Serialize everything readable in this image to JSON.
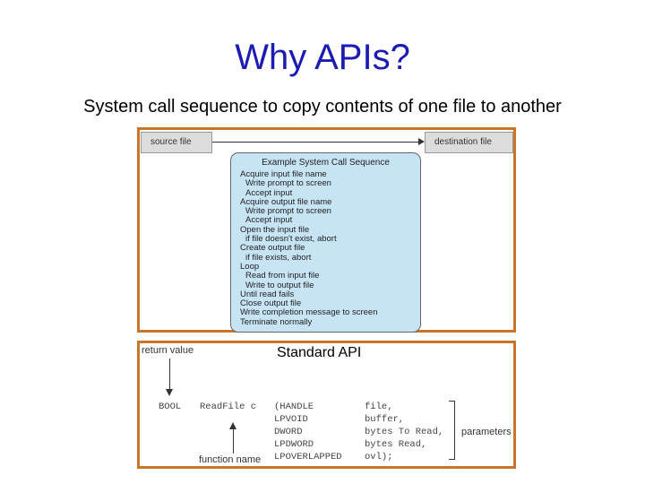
{
  "title": "Why APIs?",
  "subtitle": "System call sequence to copy contents of one file to another",
  "figure1": {
    "source_label": "source file",
    "destination_label": "destination  file",
    "sequence_title": "Example System Call Sequence",
    "steps": [
      {
        "text": "Acquire input file name",
        "indent": false
      },
      {
        "text": "Write prompt to screen",
        "indent": true
      },
      {
        "text": "Accept input",
        "indent": true
      },
      {
        "text": "Acquire output file name",
        "indent": false
      },
      {
        "text": "Write prompt to screen",
        "indent": true
      },
      {
        "text": "Accept input",
        "indent": true
      },
      {
        "text": "Open the input file",
        "indent": false
      },
      {
        "text": "if file doesn't exist, abort",
        "indent": true
      },
      {
        "text": "Create output file",
        "indent": false
      },
      {
        "text": "if file exists, abort",
        "indent": true
      },
      {
        "text": "Loop",
        "indent": false
      },
      {
        "text": "Read from input file",
        "indent": true
      },
      {
        "text": "Write to output file",
        "indent": true
      },
      {
        "text": "Until read fails",
        "indent": false
      },
      {
        "text": "Close output file",
        "indent": false
      },
      {
        "text": "Write completion message to screen",
        "indent": false
      },
      {
        "text": "Terminate normally",
        "indent": false
      }
    ]
  },
  "figure2": {
    "return_value_label": "return value",
    "api_label": "Standard API",
    "bool": "BOOL",
    "function": "ReadFile c",
    "types": [
      "(HANDLE",
      "LPVOID",
      "DWORD",
      "LPDWORD",
      "LPOVERLAPPED"
    ],
    "params": [
      "file,",
      "buffer,",
      "bytes To Read,",
      "bytes Read,",
      "ovl);"
    ],
    "parameters_label": "parameters",
    "function_name_label": "function name"
  },
  "colors": {
    "title": "#1c1cb4",
    "frame": "#c8752a",
    "sequence_bg": "#c6e4f4"
  }
}
